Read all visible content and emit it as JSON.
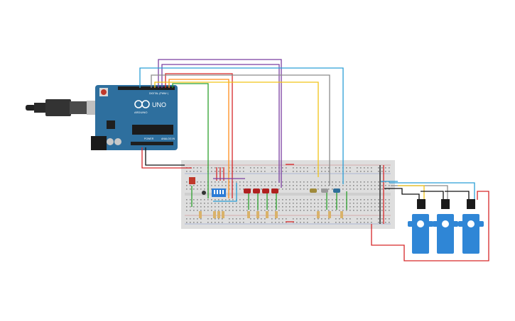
{
  "board": {
    "logo_text": "UNO",
    "brand_text": "ARDUINO",
    "digital_label": "DIGITAL (PWM~)",
    "power_label": "POWER",
    "analog_label": "ANALOG IN",
    "board_color": "#2e6f9e",
    "header_color": "#1f1f1f"
  },
  "colors": {
    "red": "#d62728",
    "black": "#111111",
    "green": "#2ca02c",
    "orange": "#ff8c1a",
    "yellow": "#f2c418",
    "blue": "#2a9fd6",
    "purple": "#7b3fa0",
    "gray": "#8c8c8c",
    "breadboard": "#dedede",
    "servo": "#2f86d6"
  },
  "components": {
    "leds": [
      "led-1",
      "led-2",
      "led-3",
      "led-4"
    ],
    "servos": [
      "servo-1",
      "servo-2",
      "servo-3"
    ]
  }
}
